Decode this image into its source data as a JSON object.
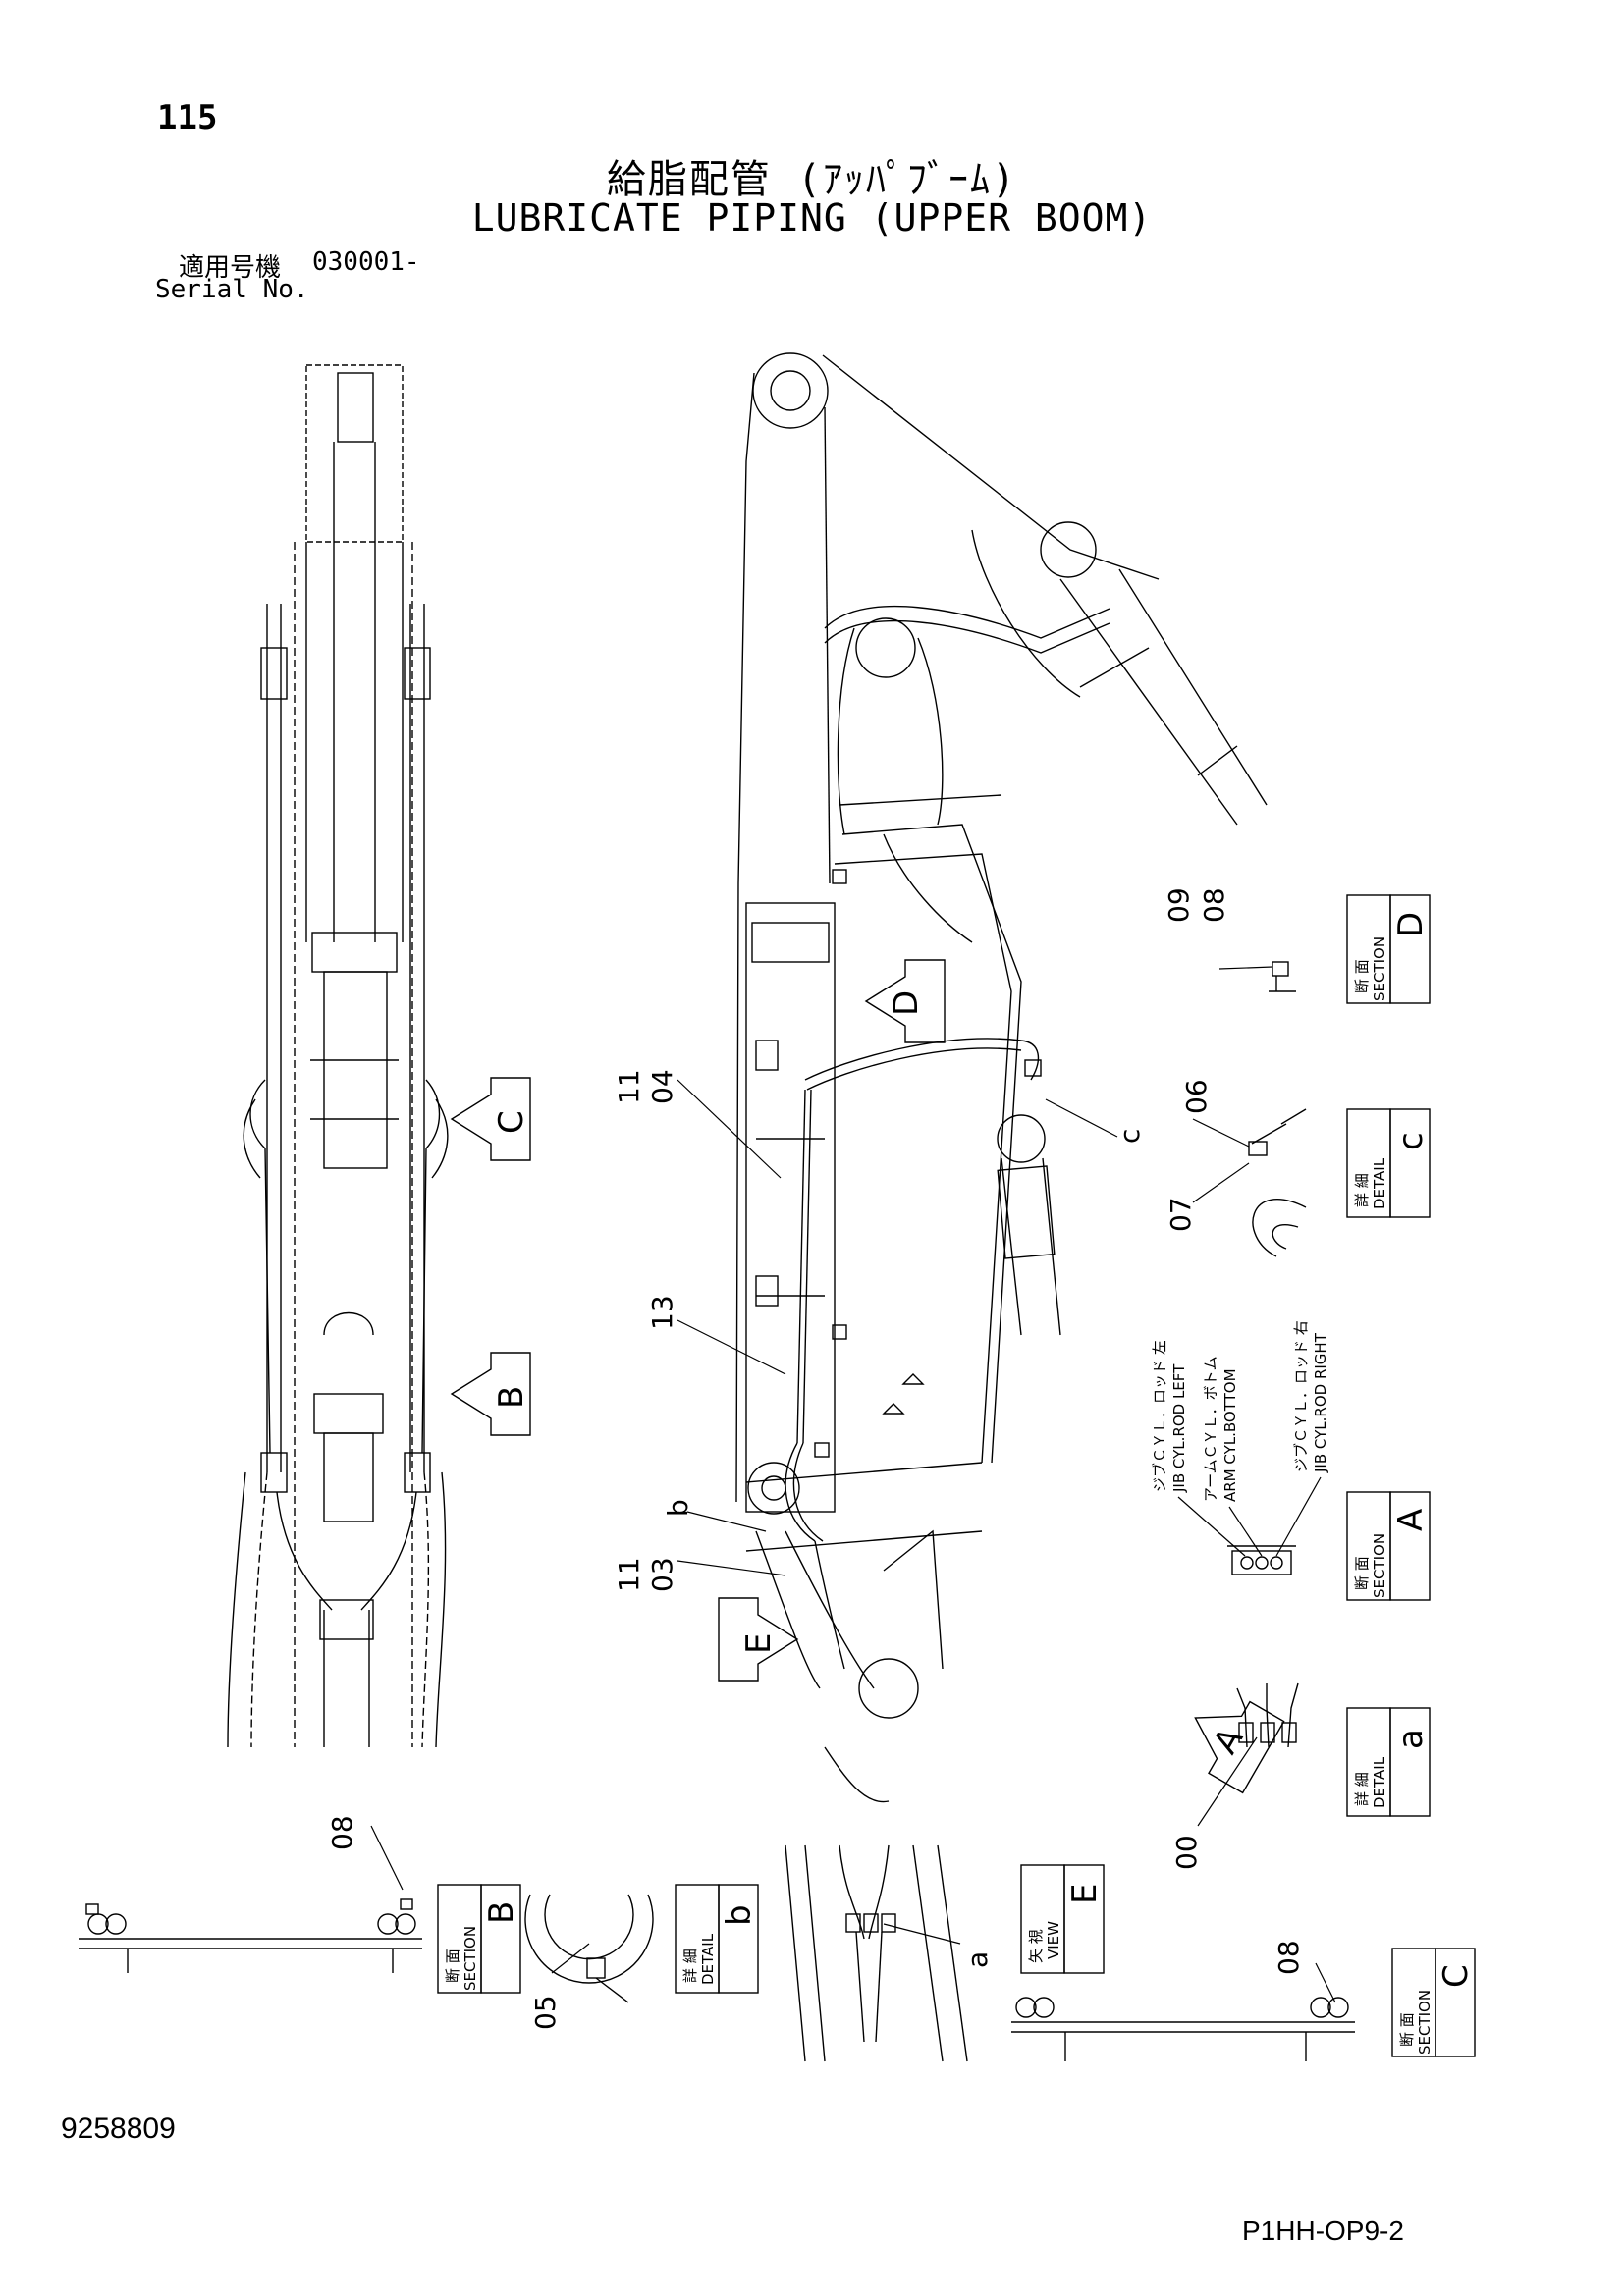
{
  "header": {
    "page_number": "115",
    "title_jp": "給脂配管 (ｱｯﾊﾟﾌﾞｰﾑ)",
    "title_en": "LUBRICATE PIPING (UPPER BOOM)",
    "serial_label_jp": "適用号機",
    "serial_label_en": "Serial No.",
    "serial_value": "030001-"
  },
  "footer": {
    "drawing_number": "9258809",
    "sheet_code": "P1HH-OP9-2"
  },
  "arrows": {
    "c": "C",
    "b": "B",
    "d": "D",
    "e": "E",
    "a": "A"
  },
  "callouts": {
    "n11a": "11",
    "n04": "04",
    "n13": "13",
    "n11b": "11",
    "n03": "03",
    "lb": "b",
    "lc": "c",
    "la": "a",
    "n09": "09",
    "n08d": "08",
    "n06": "06",
    "n07": "07",
    "n00": "00",
    "n08b": "08",
    "n05": "05",
    "n08c": "08"
  },
  "boxes": {
    "section_d": {
      "jp": "断 面",
      "en": "SECTION",
      "letter": "D"
    },
    "detail_c": {
      "jp": "詳 細",
      "en": "DETAIL",
      "letter": "c"
    },
    "section_a": {
      "jp": "断 面",
      "en": "SECTION",
      "letter": "A"
    },
    "detail_a": {
      "jp": "詳 細",
      "en": "DETAIL",
      "letter": "a"
    },
    "section_b": {
      "jp": "断 面",
      "en": "SECTION",
      "letter": "B"
    },
    "detail_b": {
      "jp": "詳 細",
      "en": "DETAIL",
      "letter": "b"
    },
    "view_e": {
      "jp": "矢 視",
      "en": "VIEW",
      "letter": "E"
    },
    "section_c": {
      "jp": "断 面",
      "en": "SECTION",
      "letter": "C"
    }
  },
  "section_a_labels": [
    {
      "jp": "ジブＣＹＬ．ロッド 左",
      "en": "JIB CYL.ROD LEFT"
    },
    {
      "jp": "アームＣＹＬ．ボトム",
      "en": "ARM CYL.BOTTOM"
    },
    {
      "jp": "ジブＣＹＬ．ロッド 右",
      "en": "JIB CYL.ROD RIGHT"
    }
  ]
}
